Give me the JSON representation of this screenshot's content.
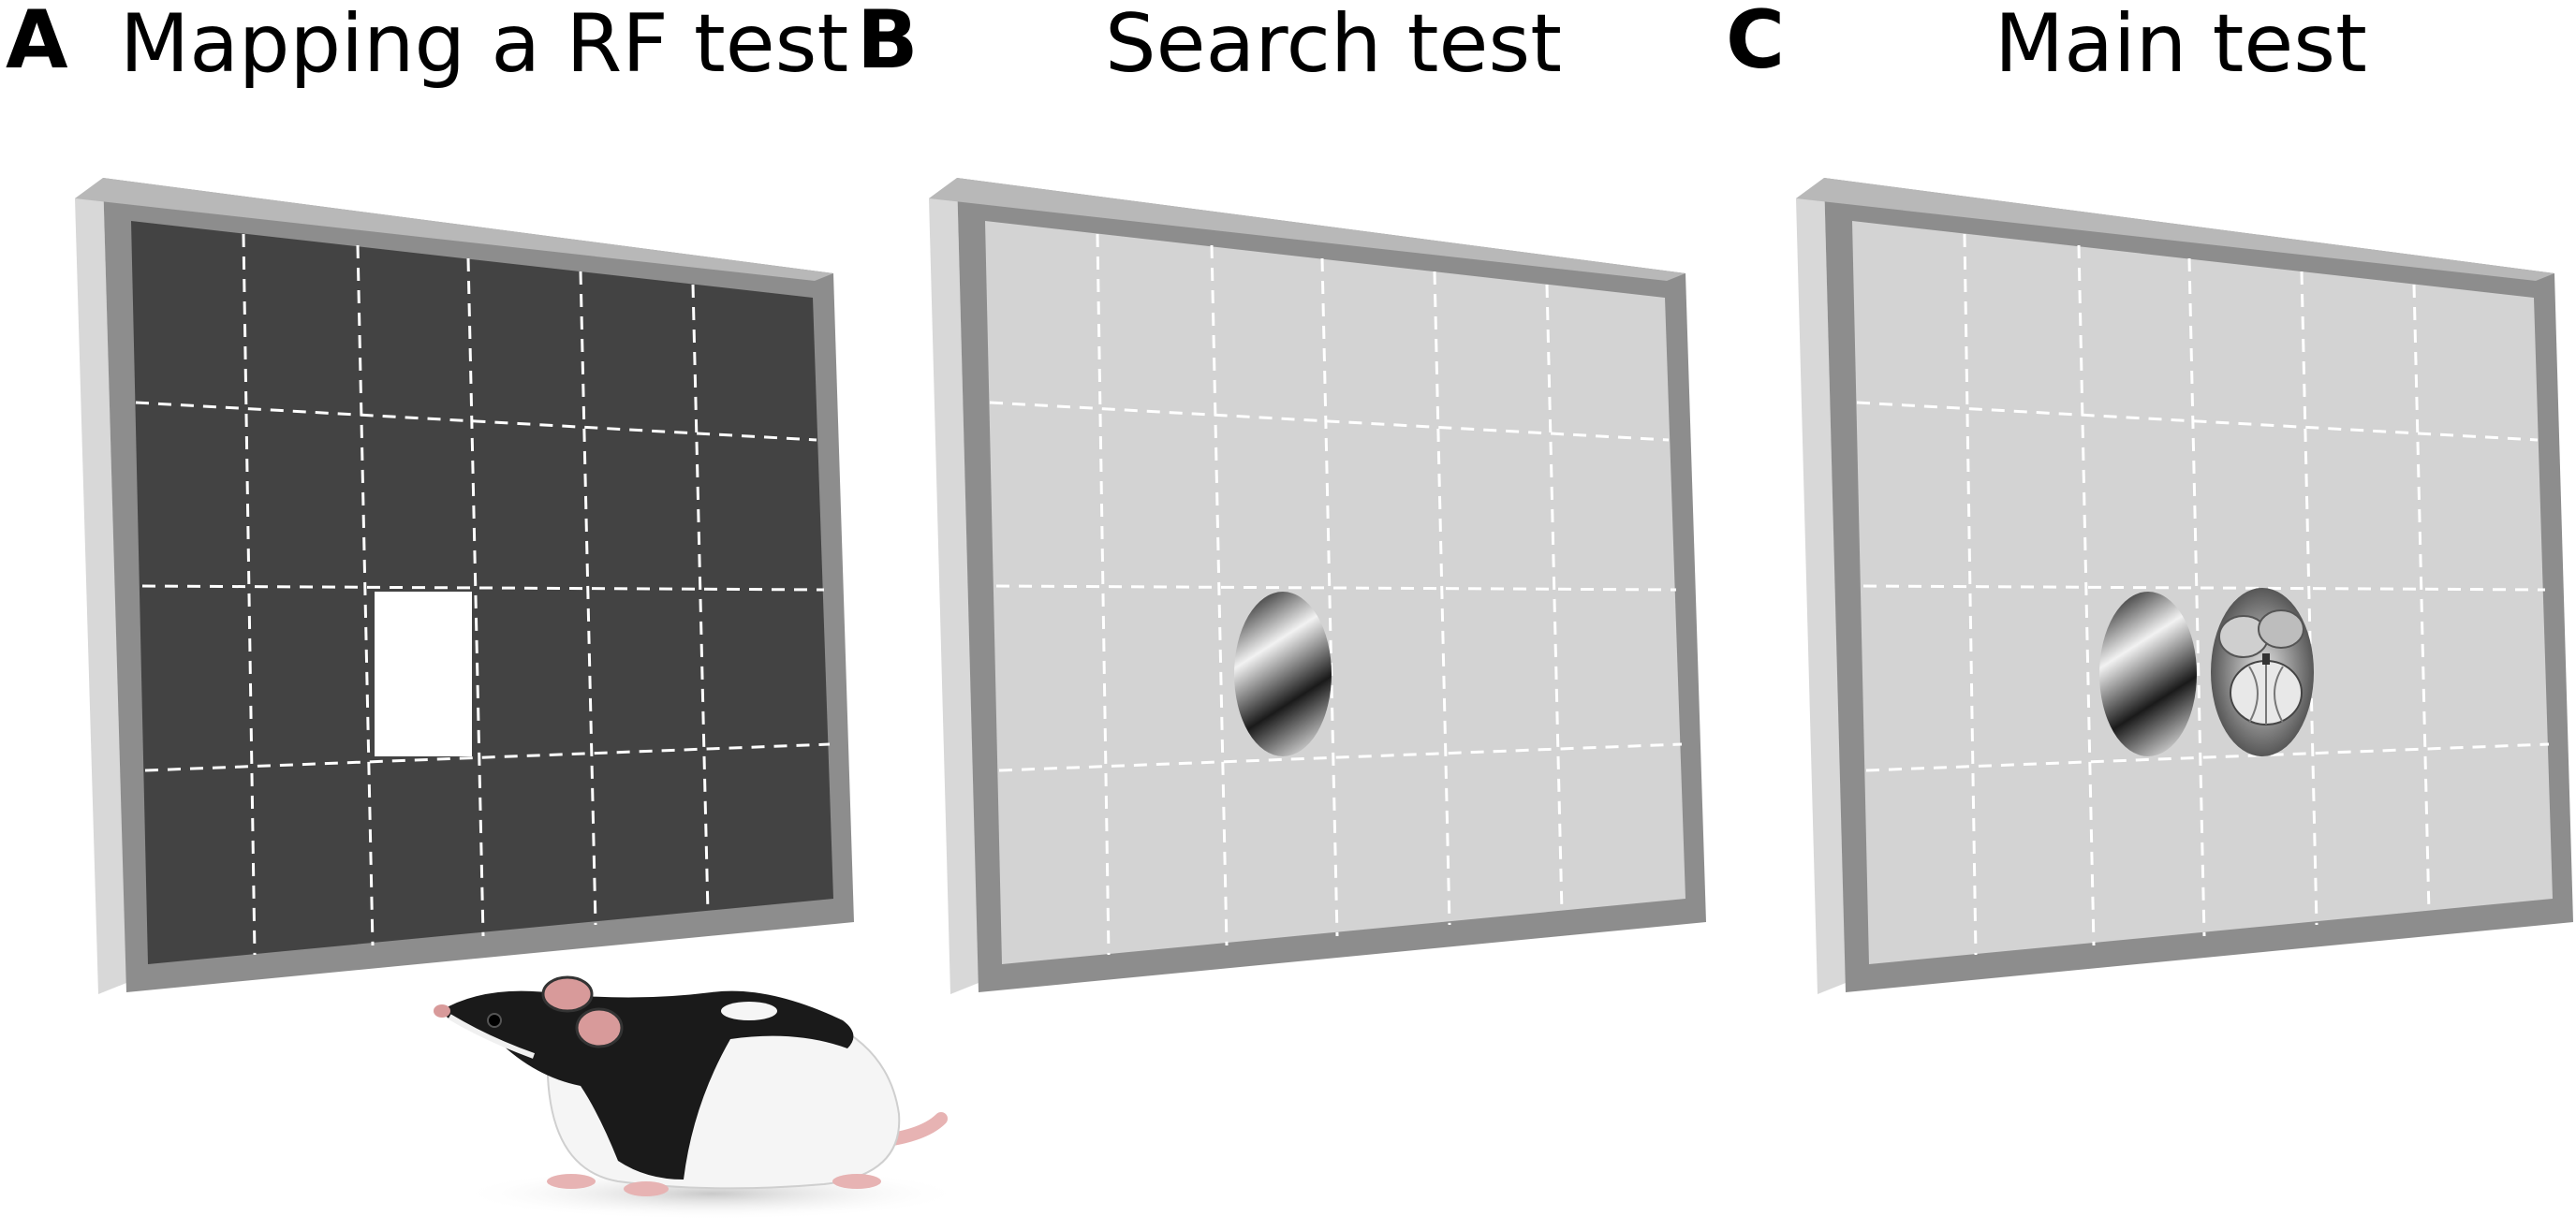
{
  "panels": [
    {
      "letter": "A",
      "title": "Mapping a RF test"
    },
    {
      "letter": "B",
      "title": "Search test"
    },
    {
      "letter": "C",
      "title": "Main test"
    }
  ],
  "colors": {
    "dark_screen": "#434343",
    "light_screen": "#d3d3d3",
    "frame_outer": "#c9c9c9",
    "frame_inner": "#8a8a8a",
    "grid_dash": "#ffffff",
    "square_stimulus": "#ffffff"
  },
  "stimuli": {
    "A": "white-square-stimulus",
    "B": "grating-ellipse-stimulus",
    "C": [
      "grating-ellipse-stimulus",
      "pumpkin-image-ellipse-stimulus"
    ]
  },
  "grid": {
    "columns": 6,
    "rows": 4
  }
}
